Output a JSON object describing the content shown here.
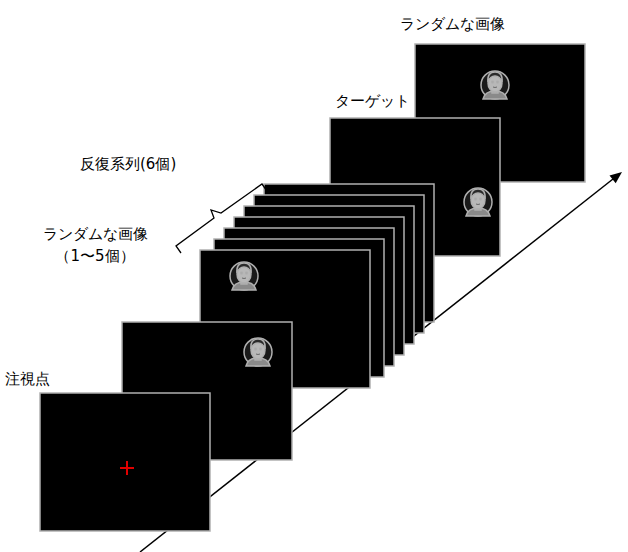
{
  "diagram": {
    "nodes": [
      {
        "text": [
          "注視点"
        ]
      },
      {
        "text": [
          "ランダムな画像 （1〜5個）"
        ]
      },
      {
        "text": [
          "ターゲット"
        ]
      },
      {
        "text": [
          "ランダムな画像"
        ]
      }
    ],
    "labels": [
      "反復系列(6個)"
    ]
  }
}
